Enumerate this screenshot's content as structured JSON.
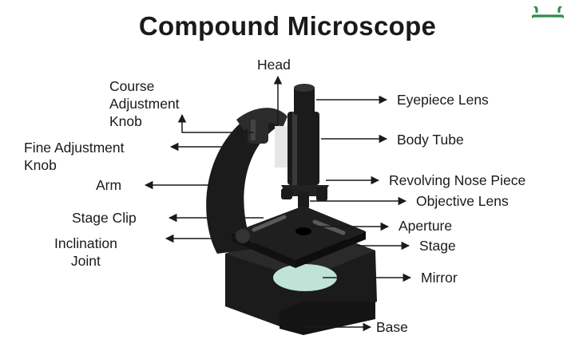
{
  "title": "Compound Microscope",
  "logo": {
    "icon": "geeksforgeeks-logo",
    "color": "#2f8d46"
  },
  "labels": {
    "head": "Head",
    "course_adjustment": [
      "Course",
      "Adjustment",
      "Knob"
    ],
    "fine_adjustment": [
      "Fine Adjustment",
      "Knob"
    ],
    "arm": "Arm",
    "stage_clip": "Stage Clip",
    "inclination_joint": [
      "Inclination",
      "Joint"
    ],
    "eyepiece_lens": "Eyepiece Lens",
    "body_tube": "Body Tube",
    "revolving_nose_piece": "Revolving Nose Piece",
    "objective_lens": "Objective Lens",
    "aperture": "Aperture",
    "stage": "Stage",
    "mirror": "Mirror",
    "base": "Base"
  },
  "colors": {
    "body": "#1b1b1b",
    "highlight": "#4a4a4a",
    "mirror": "#bfe3d7",
    "arrow": "#1a1a1a"
  }
}
